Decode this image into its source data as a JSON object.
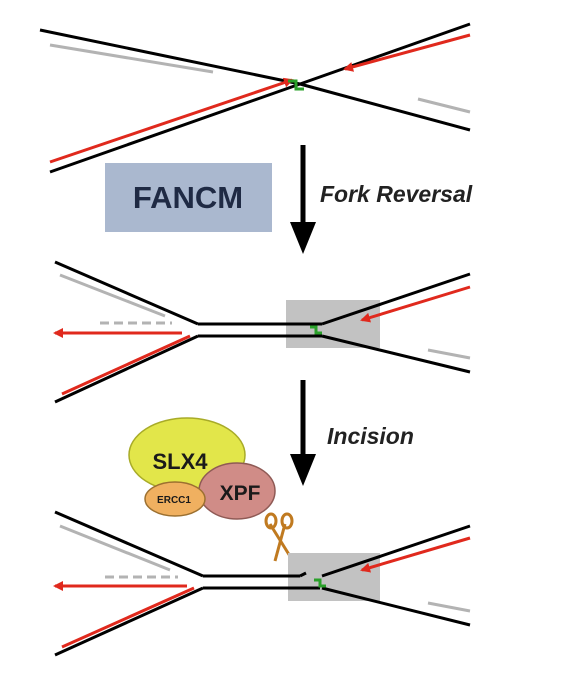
{
  "labels": {
    "fancm": "FANCM",
    "fork_reversal": "Fork Reversal",
    "incision": "Incision",
    "slx4": "SLX4",
    "xpf": "XPF",
    "ercc1": "ERCC1"
  },
  "colors": {
    "strand": "#000000",
    "nascent": "#e0291d",
    "gap": "#b3b3b3",
    "lesion": "#2aa02a",
    "fancm_box": "#aab8cf",
    "highlight": "#c2c2c2",
    "slx4": "#e2e64a",
    "xpf": "#d08c87",
    "ercc1": "#f0b060",
    "scissors": "#c07a20"
  },
  "icons": [
    "down-arrow-icon",
    "scissors-icon"
  ]
}
